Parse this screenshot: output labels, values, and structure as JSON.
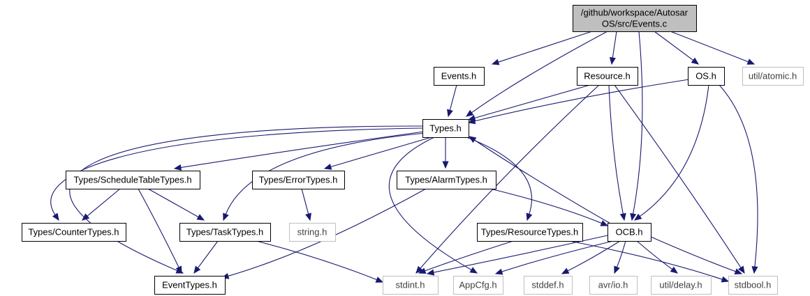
{
  "graph": {
    "colors": {
      "edge": "#191970",
      "root_fill": "#bfbfbf",
      "node_border": "#000000",
      "external_border": "#bfbfbf"
    },
    "nodes": [
      {
        "id": "events_c",
        "lines": [
          "/github/workspace/Autosar",
          "OS/src/Events.c"
        ],
        "kind": "root"
      },
      {
        "id": "events_h",
        "lines": [
          "Events.h"
        ],
        "kind": "normal"
      },
      {
        "id": "resource_h",
        "lines": [
          "Resource.h"
        ],
        "kind": "normal"
      },
      {
        "id": "os_h",
        "lines": [
          "OS.h"
        ],
        "kind": "normal"
      },
      {
        "id": "util_atomic_h",
        "lines": [
          "util/atomic.h"
        ],
        "kind": "external"
      },
      {
        "id": "types_h",
        "lines": [
          "Types.h"
        ],
        "kind": "normal"
      },
      {
        "id": "scheduletable_h",
        "lines": [
          "Types/ScheduleTableTypes.h"
        ],
        "kind": "normal"
      },
      {
        "id": "errortypes_h",
        "lines": [
          "Types/ErrorTypes.h"
        ],
        "kind": "normal"
      },
      {
        "id": "alarmtypes_h",
        "lines": [
          "Types/AlarmTypes.h"
        ],
        "kind": "normal"
      },
      {
        "id": "countertypes_h",
        "lines": [
          "Types/CounterTypes.h"
        ],
        "kind": "normal"
      },
      {
        "id": "tasktypes_h",
        "lines": [
          "Types/TaskTypes.h"
        ],
        "kind": "normal"
      },
      {
        "id": "string_h",
        "lines": [
          "string.h"
        ],
        "kind": "external"
      },
      {
        "id": "resourcetypes_h",
        "lines": [
          "Types/ResourceTypes.h"
        ],
        "kind": "normal"
      },
      {
        "id": "ocb_h",
        "lines": [
          "OCB.h"
        ],
        "kind": "normal"
      },
      {
        "id": "eventtypes_h",
        "lines": [
          "EventTypes.h"
        ],
        "kind": "normal"
      },
      {
        "id": "stdint_h",
        "lines": [
          "stdint.h"
        ],
        "kind": "external"
      },
      {
        "id": "appcfg_h",
        "lines": [
          "AppCfg.h"
        ],
        "kind": "external"
      },
      {
        "id": "stddef_h",
        "lines": [
          "stddef.h"
        ],
        "kind": "external"
      },
      {
        "id": "avr_io_h",
        "lines": [
          "avr/io.h"
        ],
        "kind": "external"
      },
      {
        "id": "util_delay_h",
        "lines": [
          "util/delay.h"
        ],
        "kind": "external"
      },
      {
        "id": "stdbool_h",
        "lines": [
          "stdbool.h"
        ],
        "kind": "external"
      }
    ],
    "edges": [
      {
        "from": "events_c",
        "to": "events_h"
      },
      {
        "from": "events_c",
        "to": "types_h"
      },
      {
        "from": "events_c",
        "to": "resource_h"
      },
      {
        "from": "events_c",
        "to": "ocb_h"
      },
      {
        "from": "events_c",
        "to": "os_h"
      },
      {
        "from": "events_c",
        "to": "util_atomic_h"
      },
      {
        "from": "events_h",
        "to": "types_h"
      },
      {
        "from": "resource_h",
        "to": "types_h"
      },
      {
        "from": "resource_h",
        "to": "stdint_h"
      },
      {
        "from": "resource_h",
        "to": "ocb_h"
      },
      {
        "from": "resource_h",
        "to": "stdbool_h"
      },
      {
        "from": "os_h",
        "to": "types_h"
      },
      {
        "from": "os_h",
        "to": "ocb_h"
      },
      {
        "from": "os_h",
        "to": "stdbool_h"
      },
      {
        "from": "types_h",
        "to": "scheduletable_h"
      },
      {
        "from": "types_h",
        "to": "errortypes_h"
      },
      {
        "from": "types_h",
        "to": "alarmtypes_h"
      },
      {
        "from": "types_h",
        "to": "countertypes_h"
      },
      {
        "from": "types_h",
        "to": "tasktypes_h"
      },
      {
        "from": "types_h",
        "to": "resourcetypes_h"
      },
      {
        "from": "types_h",
        "to": "eventtypes_h"
      },
      {
        "from": "types_h",
        "to": "appcfg_h"
      },
      {
        "from": "scheduletable_h",
        "to": "countertypes_h"
      },
      {
        "from": "scheduletable_h",
        "to": "tasktypes_h"
      },
      {
        "from": "scheduletable_h",
        "to": "eventtypes_h"
      },
      {
        "from": "errortypes_h",
        "to": "string_h"
      },
      {
        "from": "alarmtypes_h",
        "to": "eventtypes_h"
      },
      {
        "from": "alarmtypes_h",
        "to": "ocb_h"
      },
      {
        "from": "tasktypes_h",
        "to": "eventtypes_h"
      },
      {
        "from": "tasktypes_h",
        "to": "stdint_h"
      },
      {
        "from": "resourcetypes_h",
        "to": "stdint_h"
      },
      {
        "from": "resourcetypes_h",
        "to": "stdbool_h"
      },
      {
        "from": "ocb_h",
        "to": "types_h"
      },
      {
        "from": "ocb_h",
        "to": "stdint_h"
      },
      {
        "from": "ocb_h",
        "to": "appcfg_h"
      },
      {
        "from": "ocb_h",
        "to": "stddef_h"
      },
      {
        "from": "ocb_h",
        "to": "avr_io_h"
      },
      {
        "from": "ocb_h",
        "to": "util_delay_h"
      },
      {
        "from": "ocb_h",
        "to": "stdbool_h"
      }
    ]
  }
}
